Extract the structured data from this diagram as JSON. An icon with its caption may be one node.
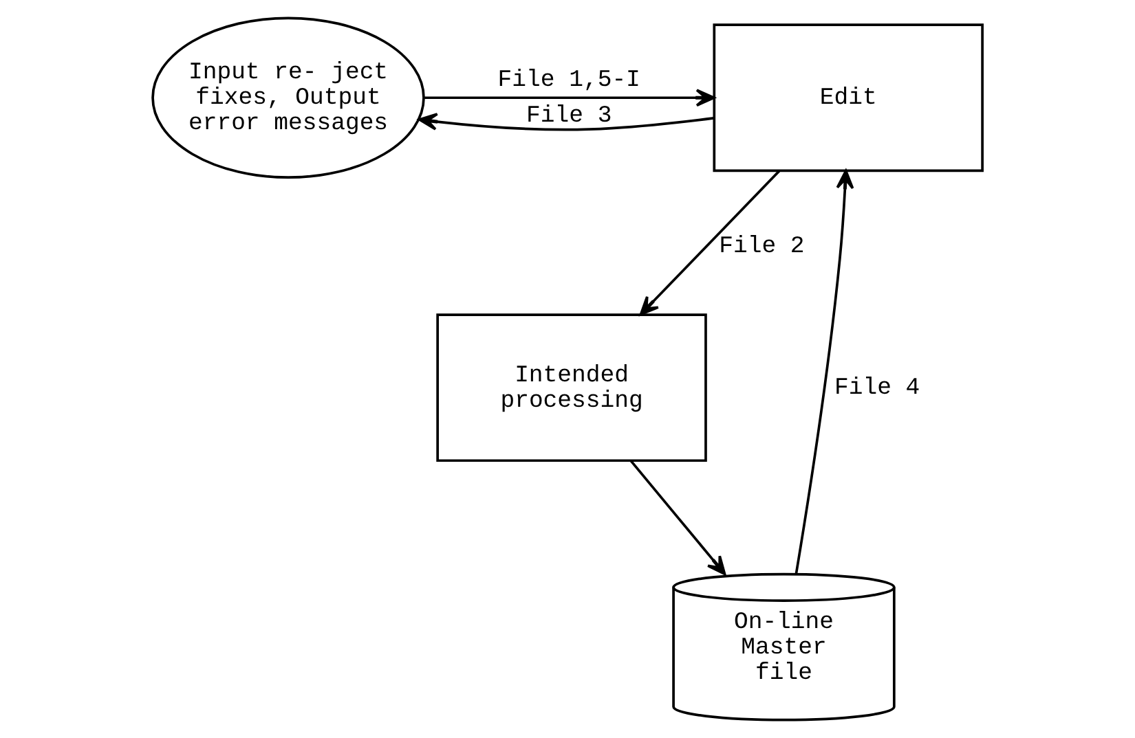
{
  "diagram": {
    "nodes": [
      {
        "text": [
          "Input re- ject fixes, Output error messages"
        ]
      },
      {
        "text": [
          "Edit"
        ]
      },
      {
        "text": [
          "Intended processing"
        ]
      },
      {
        "text": [
          "On-line Master file"
        ]
      }
    ],
    "edges": [
      {
        "from": 0,
        "to": 1,
        "arrow": "to",
        "label": "File 1,5-I"
      },
      {
        "from": 1,
        "to": 0,
        "arrow": "to",
        "label": "File 3"
      },
      {
        "from": 1,
        "to": 2,
        "arrow": "to",
        "label": "File 2"
      },
      {
        "from": 2,
        "to": 3,
        "arrow": "to"
      },
      {
        "from": 3,
        "to": 1,
        "arrow": "to",
        "label": "File 4"
      }
    ]
  }
}
